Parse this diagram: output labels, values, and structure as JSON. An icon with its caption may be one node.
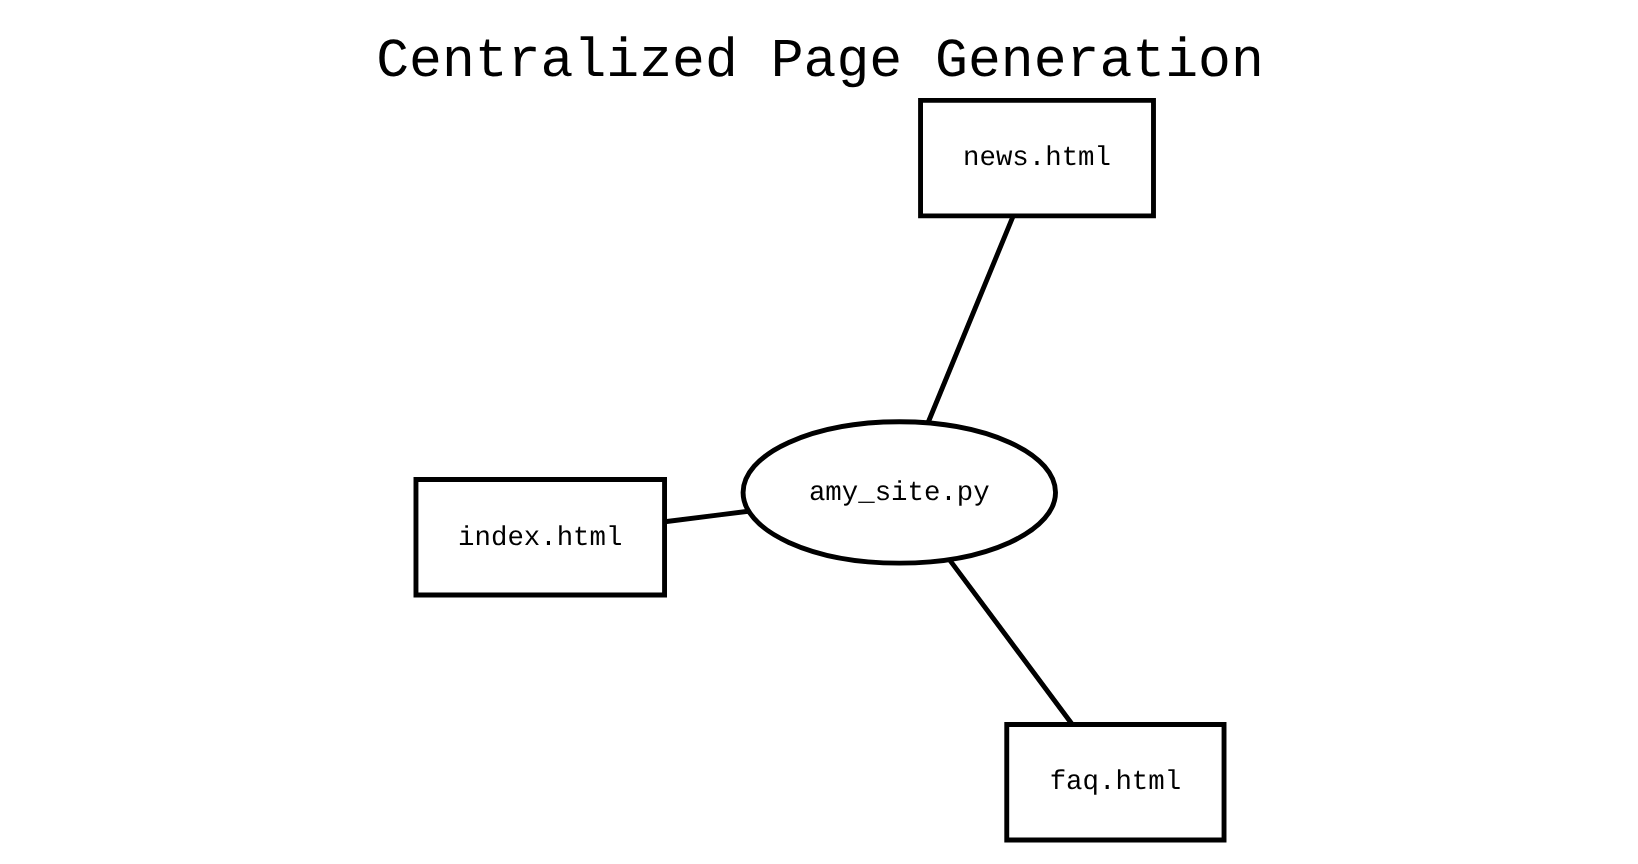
{
  "diagram": {
    "title": "Centralized Page Generation",
    "nodes": [
      {
        "text": [
          "index.html"
        ]
      },
      {
        "text": [
          "amy_site.py"
        ]
      },
      {
        "text": [
          "faq.html"
        ]
      },
      {
        "text": [
          "news.html"
        ]
      }
    ],
    "edges": [
      {
        "from": 0,
        "to": 1,
        "arrow": "none"
      },
      {
        "from": 1,
        "to": 2,
        "arrow": "none"
      },
      {
        "from": 3,
        "to": 1,
        "arrow": "none"
      }
    ]
  }
}
